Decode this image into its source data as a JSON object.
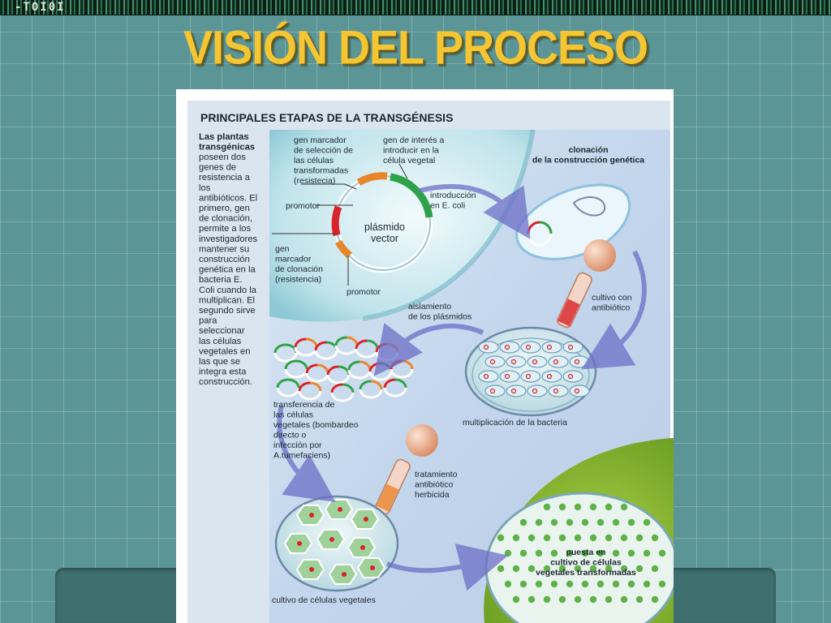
{
  "slide": {
    "title": "VISIÓN DEL PROCESO",
    "strip_text": "-TOI0I"
  },
  "figure": {
    "heading": "PRINCIPALES ETAPAS DE LA TRANSGÉNESIS",
    "sidebar_lines_bold": [
      "Las plantas",
      "transgénicas"
    ],
    "sidebar_lines": [
      "poseen dos",
      "genes de",
      "resistencia a",
      "los",
      "antibióticos. El",
      "primero, gen",
      "de clonación,",
      "permite a los",
      "investigadores",
      "mantener su",
      "construcción",
      "genética en la",
      "bacteria E.",
      "Coli cuando la",
      "multiplican. El",
      "segundo sirve",
      "para",
      "seleccionar",
      "las células",
      "vegetales en",
      "las que se",
      "integra esta",
      "construcción."
    ],
    "labels": {
      "gen_marcador_seleccion": [
        "gen marcador",
        "de selección de",
        "las células",
        "transformadas",
        "(resistecia)"
      ],
      "gen_interes": [
        "gen de interés a",
        "introducir en la",
        "célula vegetal"
      ],
      "promotor_top": "promotor",
      "plasmido": [
        "plásmido",
        "vector"
      ],
      "gen_marcador_clonacion": [
        "gen",
        "marcador",
        "de clonación",
        "(resistencia)"
      ],
      "promotor_bottom": "promotor",
      "introduccion": [
        "introducción",
        "en E. coli"
      ],
      "clonacion": [
        "clonación",
        "de la construcción genética"
      ],
      "cultivo_antibiotico": [
        "cultivo con",
        "antibiótico"
      ],
      "aislamiento": [
        "aislamiento",
        "de los plásmidos"
      ],
      "multiplicacion": "multiplicación de la bacteria",
      "transferencia": [
        "transferencia de",
        "las células",
        "vegetales (bombardeo",
        "directo o",
        "infección por",
        "A.tumefaciens)"
      ],
      "tratamiento": [
        "tratamiento",
        "antibiótico",
        "herbicida"
      ],
      "puesta": [
        "puesta en",
        "cultivo de células",
        "vegetales transformadas"
      ],
      "cultivo_vegetales": "cultivo de células vegetales"
    }
  },
  "colors": {
    "title": "#f5c634",
    "slide_bg": "#5b9595",
    "plasmid_red": "#d8232a",
    "plasmid_green": "#2fa148",
    "plasmid_orange": "#e8862a",
    "panel_blue": "#c9dcee",
    "culture_green": "#8cbb2e"
  }
}
